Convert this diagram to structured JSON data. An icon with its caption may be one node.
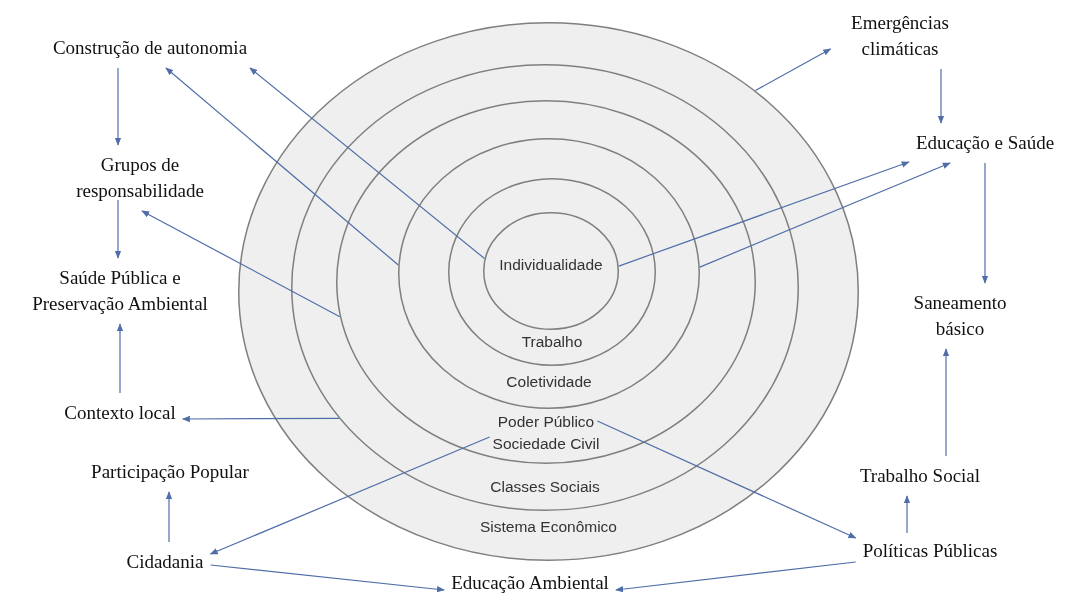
{
  "diagram": {
    "nodes": [
      {
        "text": [
          "Sistema Econômico"
        ]
      },
      {
        "text": [
          "Classes Sociais"
        ],
        "in": 0
      },
      {
        "text": [
          "Poder Público",
          "Sociedade Civil"
        ],
        "in": 1
      },
      {
        "text": [
          "Coletividade"
        ],
        "in": 2
      },
      {
        "text": [
          "Trabalho"
        ],
        "in": 3
      },
      {
        "text": [
          "Individualidade"
        ],
        "in": 4
      },
      {
        "text": [
          "Construção de autonomia"
        ]
      },
      {
        "text": [
          "Emergências climáticas"
        ]
      },
      {
        "text": [
          "Grupos de responsabilidade"
        ]
      },
      {
        "text": [
          "Educação e Saúde"
        ]
      },
      {
        "text": [
          "Saúde Pública e Preservação Ambiental"
        ]
      },
      {
        "text": [
          "Saneamento básico"
        ]
      },
      {
        "text": [
          "Contexto local"
        ]
      },
      {
        "text": [
          "Participação Popular"
        ]
      },
      {
        "text": [
          "Trabalho Social"
        ]
      },
      {
        "text": [
          "Cidadania"
        ]
      },
      {
        "text": [
          "Políticas Públicas"
        ]
      },
      {
        "text": [
          "Educação Ambiental"
        ]
      }
    ],
    "edges": [
      {
        "from": 6,
        "to": 8,
        "arrow": "to"
      },
      {
        "from": 8,
        "to": 10,
        "arrow": "to"
      },
      {
        "from": 12,
        "to": 10,
        "arrow": "to"
      },
      {
        "from": 15,
        "to": 13,
        "arrow": "to"
      },
      {
        "from": 15,
        "to": 17,
        "arrow": "to"
      },
      {
        "from": 16,
        "to": 17,
        "arrow": "to"
      },
      {
        "from": 16,
        "to": 14,
        "arrow": "to"
      },
      {
        "from": 14,
        "to": 11,
        "arrow": "to"
      },
      {
        "from": 9,
        "to": 11,
        "arrow": "to"
      },
      {
        "from": 7,
        "to": 9,
        "arrow": "to"
      },
      {
        "from": 0,
        "to": 7,
        "arrow": "to"
      },
      {
        "from": 5,
        "to": 9,
        "arrow": "to"
      },
      {
        "from": 3,
        "to": 9,
        "arrow": "to"
      },
      {
        "from": 5,
        "to": 6,
        "arrow": "to"
      },
      {
        "from": 3,
        "to": 6,
        "arrow": "to"
      },
      {
        "from": 2,
        "to": 8,
        "arrow": "to"
      },
      {
        "from": 1,
        "to": 12,
        "arrow": "to"
      },
      {
        "from": 2,
        "to": 15,
        "arrow": "to"
      },
      {
        "from": 2,
        "to": 16,
        "arrow": "to"
      }
    ]
  }
}
